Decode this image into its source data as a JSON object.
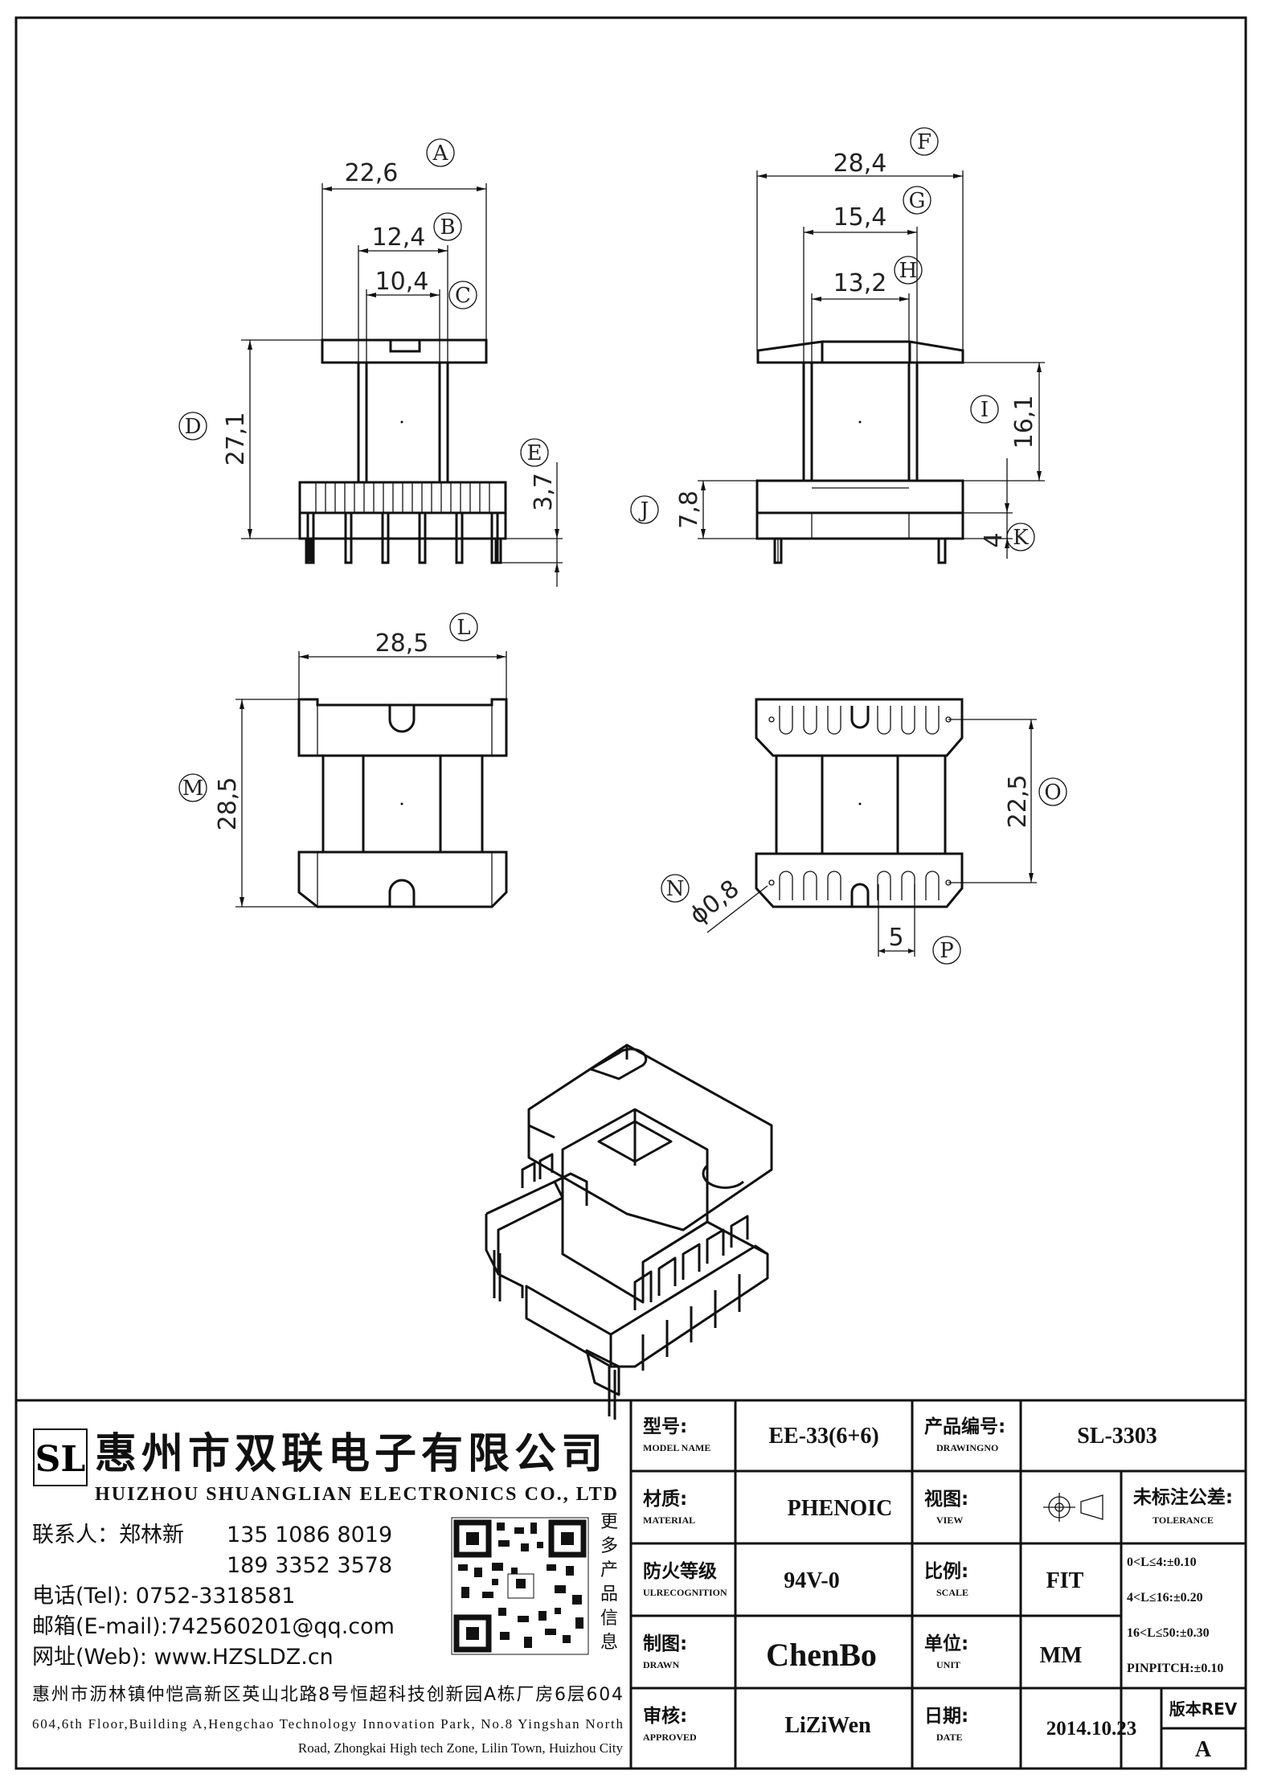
{
  "dimensions": {
    "a": {
      "callout": "A",
      "value": "22,6"
    },
    "b": {
      "callout": "B",
      "value": "12,4"
    },
    "c": {
      "callout": "C",
      "value": "10,4"
    },
    "d": {
      "callout": "D",
      "value": "27,1"
    },
    "e": {
      "callout": "E",
      "value": "3,7"
    },
    "f": {
      "callout": "F",
      "value": "28,4"
    },
    "g": {
      "callout": "G",
      "value": "15,4"
    },
    "h": {
      "callout": "H",
      "value": "13,2"
    },
    "i": {
      "callout": "I",
      "value": "16,1"
    },
    "j": {
      "callout": "J",
      "value": "7,8"
    },
    "k": {
      "callout": "K",
      "value": "4"
    },
    "l": {
      "callout": "L",
      "value": "28,5"
    },
    "m": {
      "callout": "M",
      "value": "28,5"
    },
    "n": {
      "callout": "N",
      "value": "ϕ0,8"
    },
    "o": {
      "callout": "O",
      "value": "22,5"
    },
    "p": {
      "callout": "P",
      "value": "5"
    }
  },
  "company": {
    "logo_letters": "SL",
    "name_cn": "惠州市双联电子有限公司",
    "name_en": "HUIZHOU SHUANGLIAN ELECTRONICS CO., LTD",
    "contact_label": "联系人：郑林新",
    "phone1": "135 1086 8019",
    "phone2": "189 3352 3578",
    "tel": "电话(Tel): 0752-3318581",
    "email": "邮箱(E-mail):742560201@qq.com",
    "web": "网址(Web): www.HZSLDZ.cn",
    "more_products": [
      "更",
      "多",
      "产",
      "品",
      "信",
      "息"
    ],
    "address_cn": "惠州市沥林镇仲恺高新区英山北路8号恒超科技创新园A栋厂房6层604",
    "address_en_1": "604,6th Floor,Building A,Hengchao Technology Innovation Park, No.8 Yingshan North",
    "address_en_2": "Road, Zhongkai High tech Zone, Lilin Town, Huizhou City"
  },
  "title_block": {
    "model_label_cn": "型号:",
    "model_label_en": "MODEL NAME",
    "model_value": "EE-33(6+6)",
    "drawingno_label_cn": "产品编号:",
    "drawingno_label_en": "DRAWINGNO",
    "drawingno_value": "SL-3303",
    "material_label_cn": "材质:",
    "material_label_en": "MATERIAL",
    "material_value": "PHENOIC",
    "view_label_cn": "视图:",
    "view_label_en": "VIEW",
    "tolerance_label_cn": "未标注公差:",
    "tolerance_label_en": "TOLERANCE",
    "tolerances": [
      "0<L≤4:±0.10",
      "4<L≤16:±0.20",
      "16<L≤50:±0.30",
      "PINPITCH:±0.10"
    ],
    "fire_label_cn": "防火等级",
    "fire_label_en": "ULRECOGNITION",
    "fire_value": "94V-0",
    "scale_label_cn": "比例:",
    "scale_label_en": "SCALE",
    "scale_value": "FIT",
    "drawn_label_cn": "制图:",
    "drawn_label_en": "DRAWN",
    "drawn_value": "ChenBo",
    "unit_label_cn": "单位:",
    "unit_label_en": "UNIT",
    "unit_value": "MM",
    "approved_label_cn": "审核:",
    "approved_label_en": "APPROVED",
    "approved_value": "LiZiWen",
    "date_label_cn": "日期:",
    "date_label_en": "DATE",
    "date_value": "2014.10.23",
    "rev_label": "版本REV",
    "rev_value": "A"
  }
}
